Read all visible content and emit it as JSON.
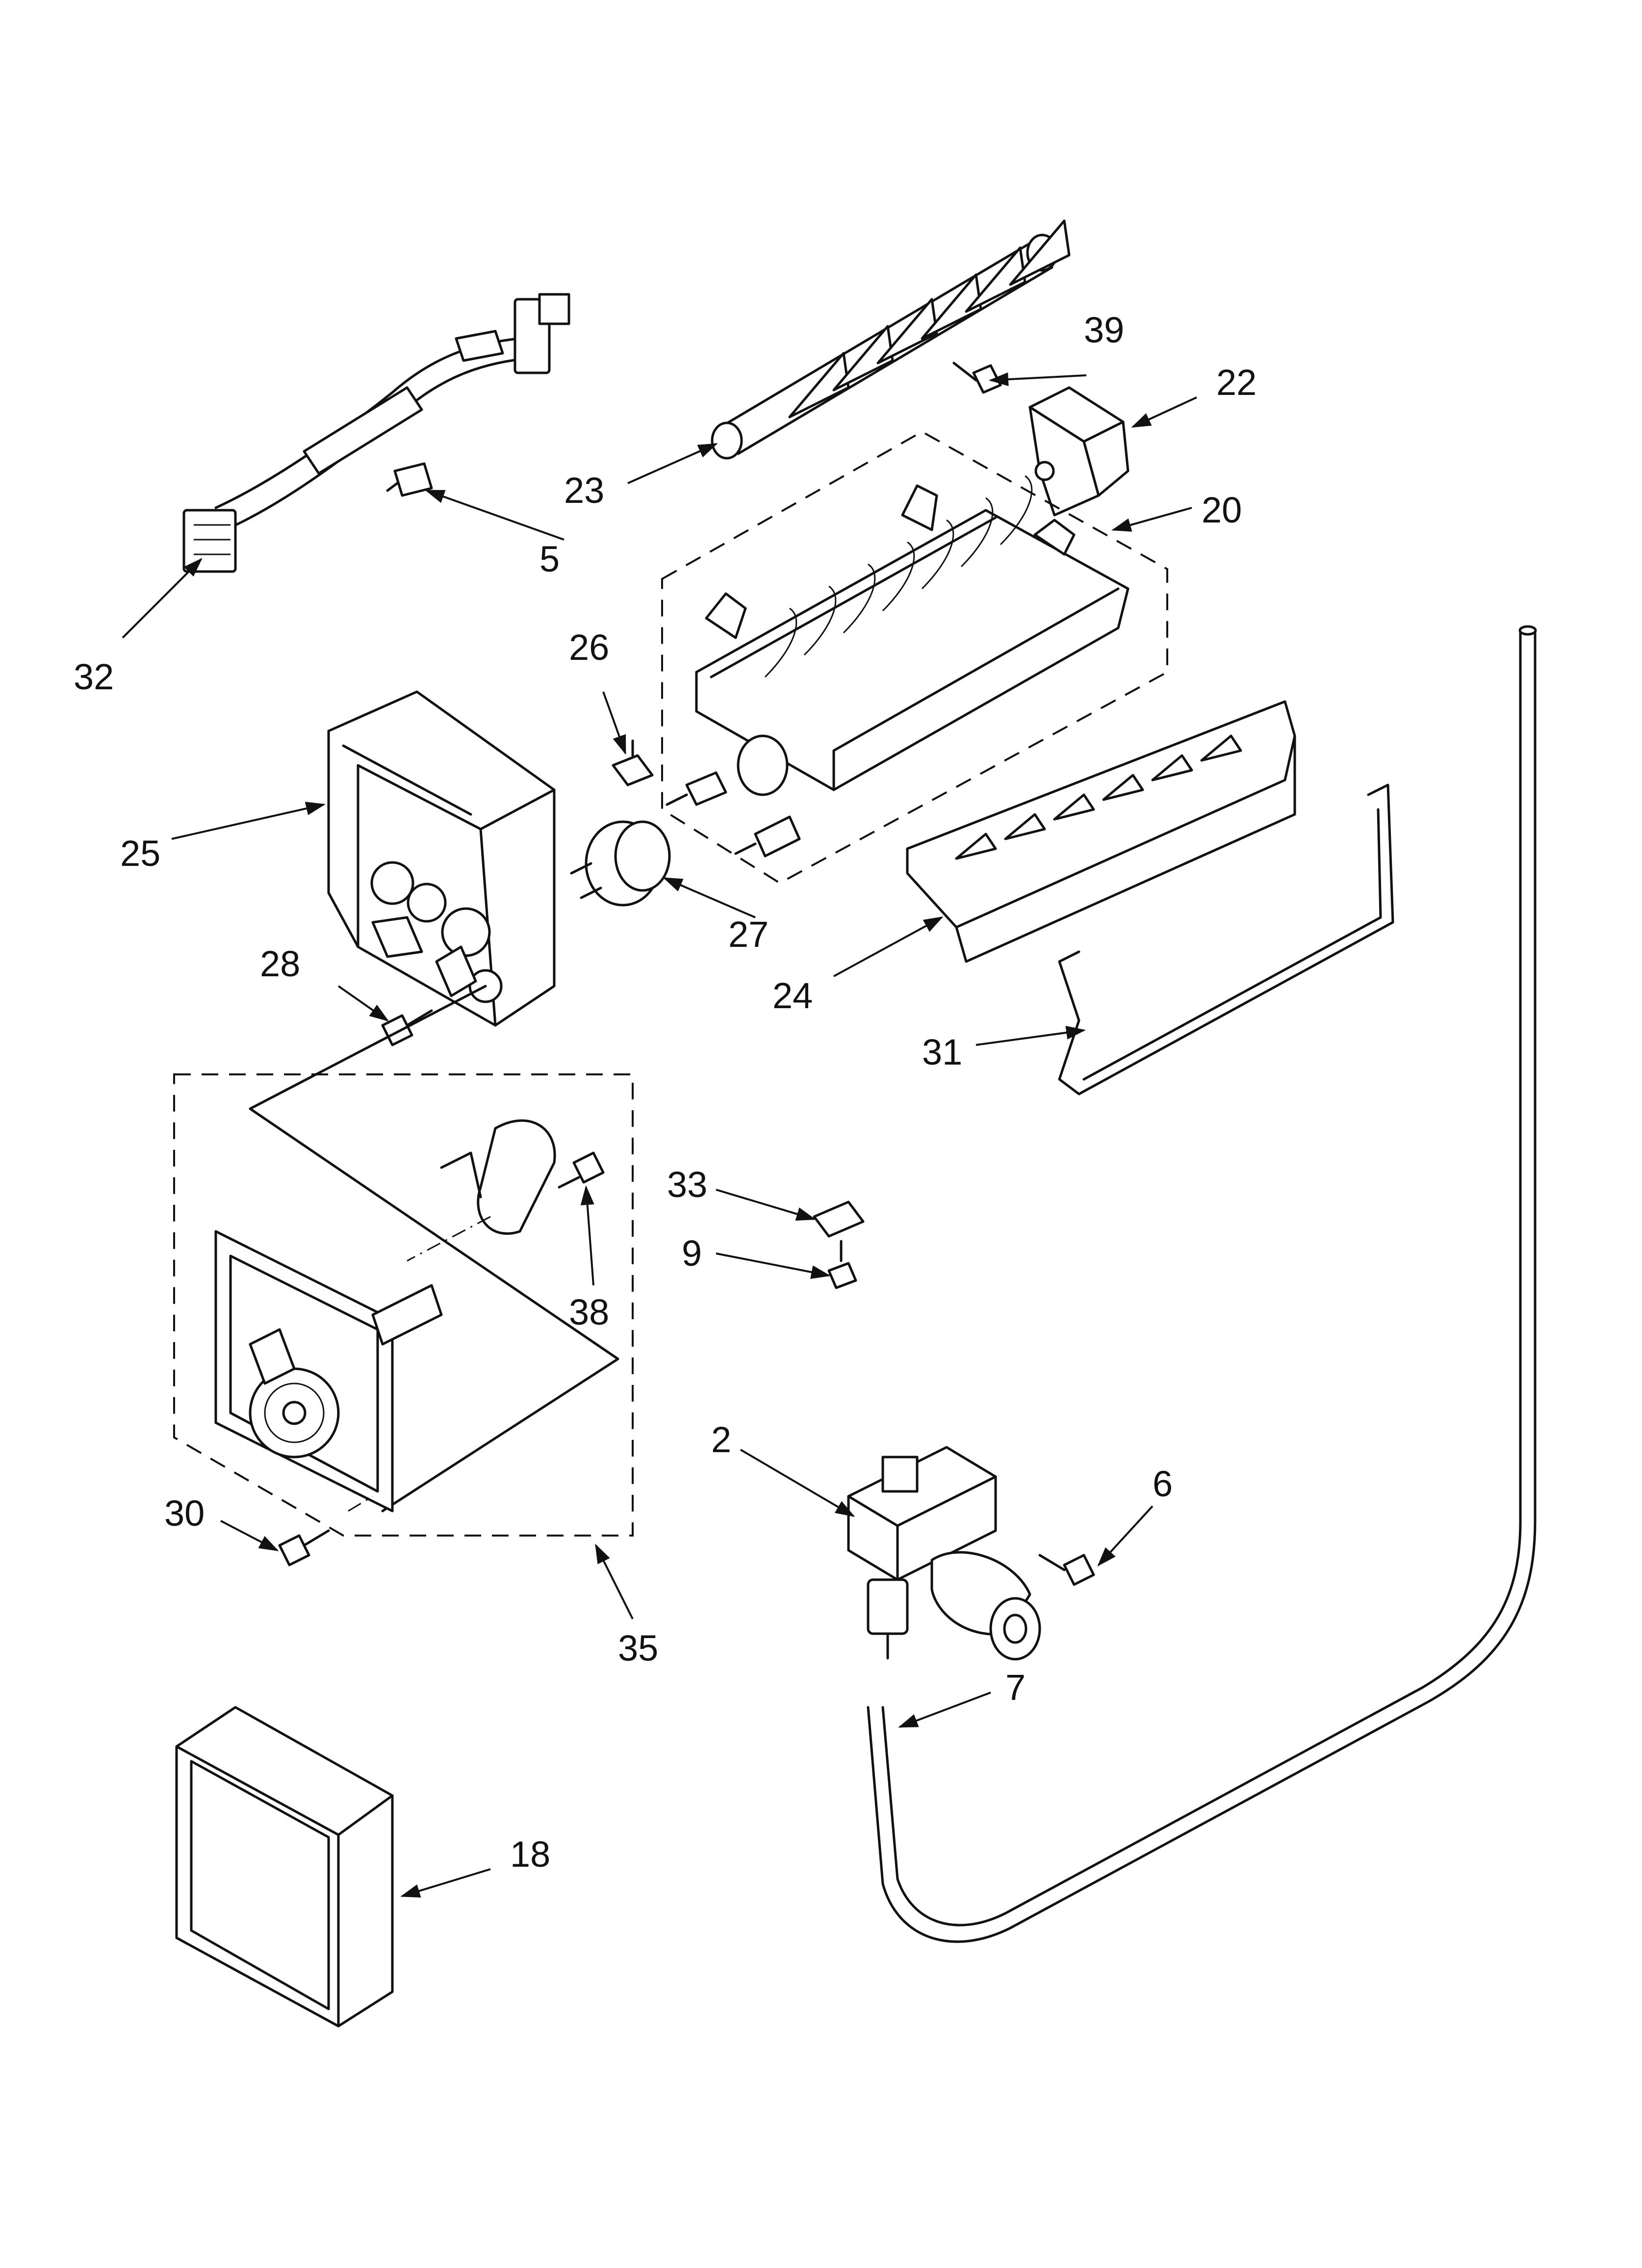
{
  "diagram_type": "exploded parts diagram",
  "callouts": {
    "c2": "2",
    "c5": "5",
    "c6": "6",
    "c7": "7",
    "c9": "9",
    "c18": "18",
    "c20": "20",
    "c22": "22",
    "c23": "23",
    "c24": "24",
    "c25": "25",
    "c26": "26",
    "c27": "27",
    "c28": "28",
    "c30": "30",
    "c31": "31",
    "c32": "32",
    "c33": "33",
    "c35": "35",
    "c38": "38",
    "c39": "39"
  },
  "colors": {
    "ink": "#111111",
    "paper": "#ffffff"
  }
}
